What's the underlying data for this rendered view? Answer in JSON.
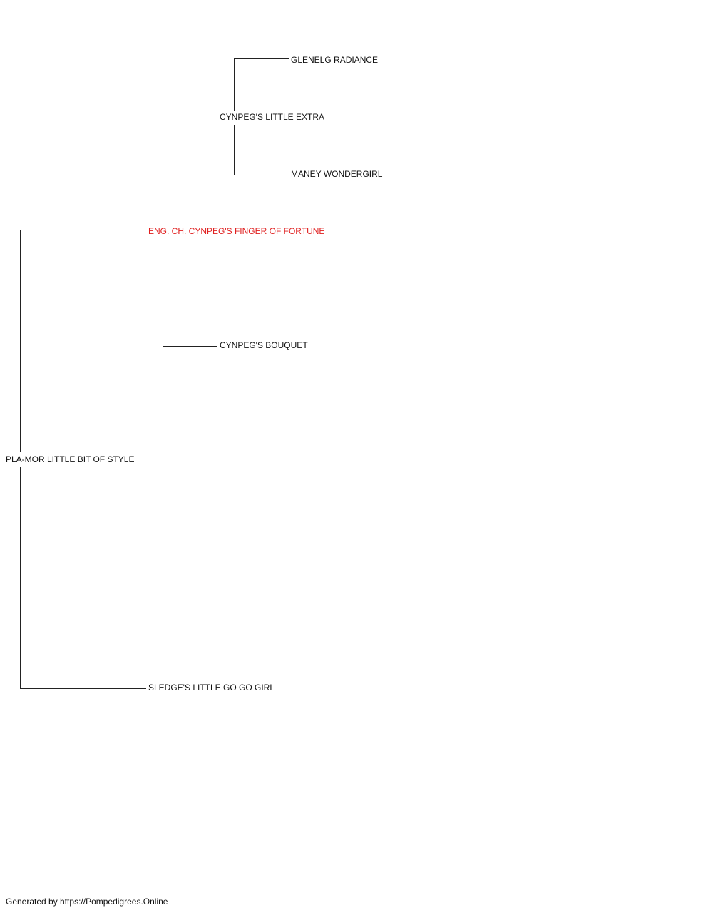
{
  "pedigree": {
    "subject": "PLA-MOR LITTLE BIT OF STYLE",
    "sire": "ENG. CH. CYNPEG'S FINGER OF FORTUNE",
    "dam": "SLEDGE'S LITTLE GO GO GIRL",
    "sire_sire": "CYNPEG'S LITTLE EXTRA",
    "sire_dam": "CYNPEG'S BOUQUET",
    "sire_sire_sire": "GLENELG RADIANCE",
    "sire_sire_dam": "MANEY WONDERGIRL"
  },
  "colors": {
    "highlight": "#e02020",
    "text": "#111111",
    "line": "#222222"
  },
  "footer": {
    "text": "Generated by https://Pompedigrees.Online"
  }
}
